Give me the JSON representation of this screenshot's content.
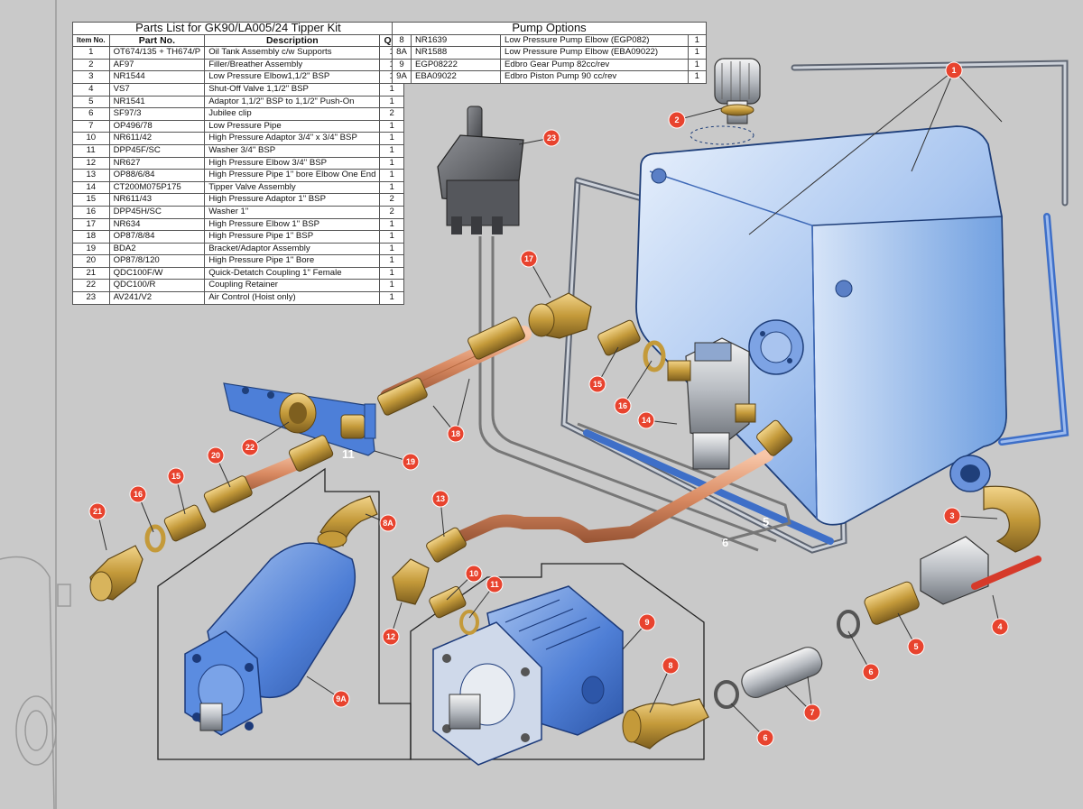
{
  "parts_list": {
    "title": "Parts List for GK90/LA005/24 Tipper Kit",
    "headers": {
      "item": "Item No.",
      "part": "Part No.",
      "description": "Description",
      "qty": "Qty"
    },
    "rows": [
      {
        "item": "1",
        "part": "OT674/135 + TH674/P",
        "description": "Oil Tank Assembly c/w Supports",
        "qty": "1"
      },
      {
        "item": "2",
        "part": "AF97",
        "description": "Filler/Breather Assembly",
        "qty": "1"
      },
      {
        "item": "3",
        "part": "NR1544",
        "description": "Low Pressure Elbow1,1/2\" BSP",
        "qty": "1"
      },
      {
        "item": "4",
        "part": "VS7",
        "description": "Shut-Off Valve 1,1/2\" BSP",
        "qty": "1"
      },
      {
        "item": "5",
        "part": "NR1541",
        "description": "Adaptor 1,1/2\" BSP to 1,1/2\" Push-On",
        "qty": "1"
      },
      {
        "item": "6",
        "part": "SF97/3",
        "description": "Jubilee clip",
        "qty": "2"
      },
      {
        "item": "7",
        "part": "OP496/78",
        "description": "Low Pressure Pipe",
        "qty": "1"
      },
      {
        "item": "10",
        "part": "NR611/42",
        "description": "High Pressure Adaptor 3/4\" x 3/4\" BSP",
        "qty": "1"
      },
      {
        "item": "11",
        "part": "DPP45F/SC",
        "description": "Washer 3/4\" BSP",
        "qty": "1"
      },
      {
        "item": "12",
        "part": "NR627",
        "description": "High Pressure Elbow 3/4\" BSP",
        "qty": "1"
      },
      {
        "item": "13",
        "part": "OP88/6/84",
        "description": "High Pressure Pipe 1\" bore Elbow One End",
        "qty": "1"
      },
      {
        "item": "14",
        "part": "CT200M075P175",
        "description": "Tipper Valve Assembly",
        "qty": "1"
      },
      {
        "item": "15",
        "part": "NR611/43",
        "description": "High Pressure Adaptor 1\" BSP",
        "qty": "2"
      },
      {
        "item": "16",
        "part": "DPP45H/SC",
        "description": "Washer 1\"",
        "qty": "2"
      },
      {
        "item": "17",
        "part": "NR634",
        "description": "High Pressure Elbow 1\" BSP",
        "qty": "1"
      },
      {
        "item": "18",
        "part": "OP87/8/84",
        "description": "High Pressure Pipe 1\" BSP",
        "qty": "1"
      },
      {
        "item": "19",
        "part": "BDA2",
        "description": "Bracket/Adaptor Assembly",
        "qty": "1"
      },
      {
        "item": "20",
        "part": "OP87/8/120",
        "description": "High Pressure Pipe 1\" Bore",
        "qty": "1"
      },
      {
        "item": "21",
        "part": "QDC100F/W",
        "description": "Quick-Detatch Coupling 1\" Female",
        "qty": "1"
      },
      {
        "item": "22",
        "part": "QDC100/R",
        "description": "Coupling Retainer",
        "qty": "1"
      },
      {
        "item": "23",
        "part": "AV241/V2",
        "description": "Air Control (Hoist only)",
        "qty": "1"
      }
    ]
  },
  "pump_options": {
    "title": "Pump Options",
    "rows": [
      {
        "item": "8",
        "part": "NR1639",
        "description": "Low Pressure Pump Elbow (EGP082)",
        "qty": "1"
      },
      {
        "item": "8A",
        "part": "NR1588",
        "description": "Low Pressure Pump Elbow (EBA09022)",
        "qty": "1"
      },
      {
        "item": "9",
        "part": "EGP08222",
        "description": "Edbro Gear Pump 82cc/rev",
        "qty": "1"
      },
      {
        "item": "9A",
        "part": "EBA09022",
        "description": "Edbro Piston Pump 90 cc/rev",
        "qty": "1"
      }
    ]
  },
  "callouts": [
    "1",
    "2",
    "3",
    "4",
    "5",
    "6",
    "6",
    "7",
    "8",
    "8A",
    "9",
    "9A",
    "10",
    "11",
    "12",
    "13",
    "14",
    "15",
    "15",
    "16",
    "16",
    "17",
    "18",
    "19",
    "20",
    "21",
    "22",
    "23"
  ],
  "pipe_labels": [
    "11",
    "6",
    "5"
  ],
  "colors": {
    "background": "#c9c9c9",
    "tank_blue": "#6f9fe0",
    "pump_blue": "#4f7fd6",
    "brass": "#c49a3a",
    "copper": "#d98a62",
    "callout_red": "#e8432e"
  }
}
